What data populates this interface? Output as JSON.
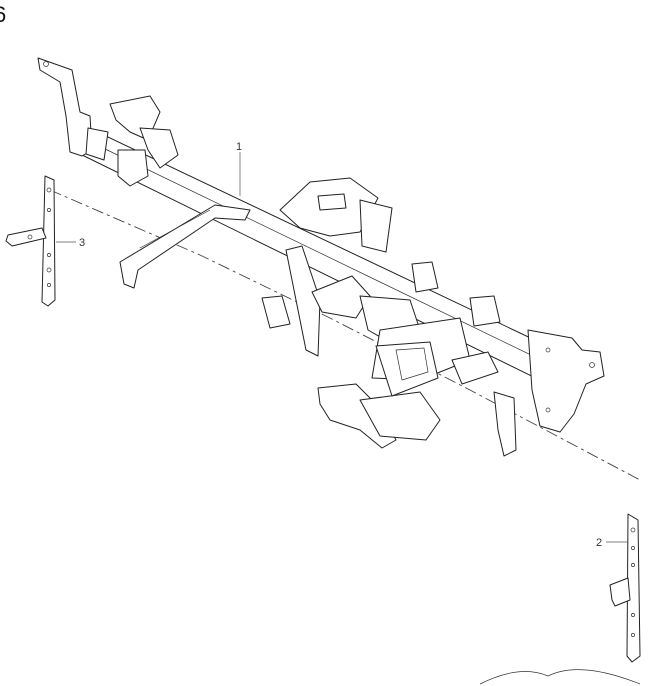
{
  "page": {
    "number": "6"
  },
  "callouts": [
    {
      "id": "1",
      "label": "1",
      "part": "crossmember"
    },
    {
      "id": "2",
      "label": "2",
      "part": "right-side-bracket"
    },
    {
      "id": "3",
      "label": "3",
      "part": "left-side-bracket"
    }
  ]
}
